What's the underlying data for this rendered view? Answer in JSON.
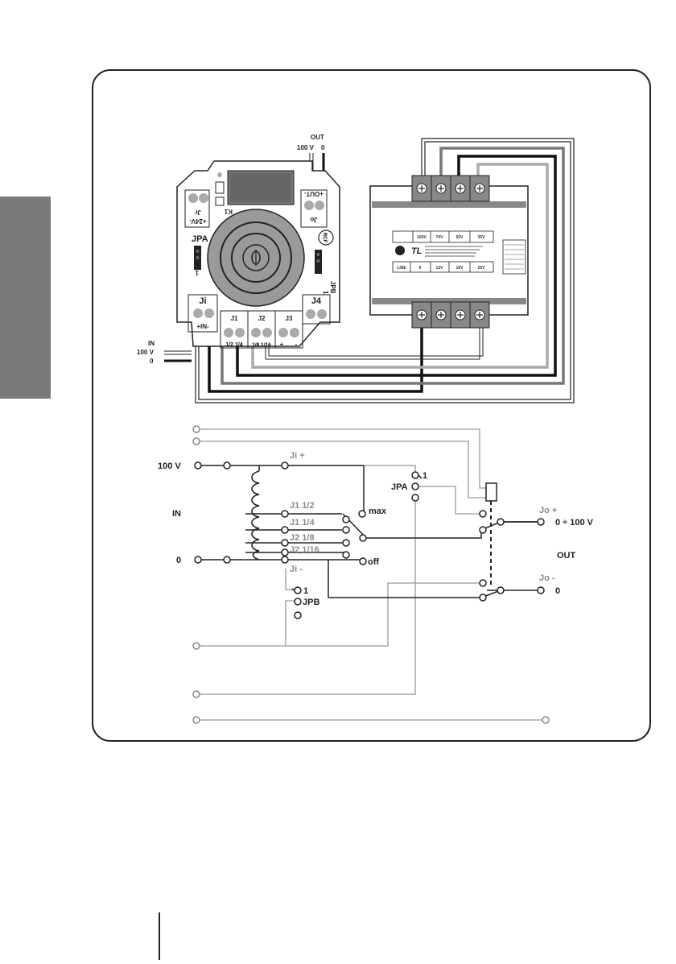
{
  "board": {
    "out_title": "OUT",
    "out_100v": "100 V",
    "out_zero": "0",
    "in_title": "IN",
    "in_100v": "100 V",
    "in_zero": "0",
    "jr_label": "Jr",
    "jr_term": "+24V-",
    "jo_label": "Jo",
    "jo_term": "+OUT-",
    "k1_label": "K1",
    "jpa_label": "JPA",
    "jpa_one": "1",
    "jpb_label": "JPB",
    "jpb_one": "1",
    "logo": "RCF",
    "ji_label": "Ji",
    "ji_term": "+IN-",
    "j1_label": "J1",
    "j1_sub": "1/2 1/4",
    "j2_label": "J2",
    "j2_sub": "1/8 1/16",
    "j3_label": "J3",
    "j3_plus": "+",
    "j3_minus": "-",
    "j4_label": "J4"
  },
  "transformer": {
    "brand": "TL",
    "top_values": [
      "100V",
      "70V",
      "50V",
      "35V"
    ],
    "bottom_values": [
      "LINE",
      "0",
      "12V",
      "18V",
      "25V"
    ]
  },
  "schematic": {
    "in_100v": "100 V",
    "in_label": "IN",
    "in_zero": "0",
    "ji_plus": "Ji +",
    "ji_minus": "Ji -",
    "j1_12": "J1 1/2",
    "j1_14": "J1 1/4",
    "j2_18": "J2 1/8",
    "j2_116": "J2 1/16",
    "max": "max",
    "off": "off",
    "jpa": "JPA",
    "jpa_one": "1",
    "jpb": "JPB",
    "jpb_one": "1",
    "jo_plus": "Jo +",
    "jo_minus": "Jo -",
    "out_range": "0 ÷ 100 V",
    "out_label": "OUT",
    "out_zero": "0"
  },
  "colors": {
    "tab": "#7a7a7a",
    "wire_dark": "#111111",
    "wire_mid": "#777777",
    "wire_light": "#aaaaaa",
    "label_grey": "#888888"
  }
}
